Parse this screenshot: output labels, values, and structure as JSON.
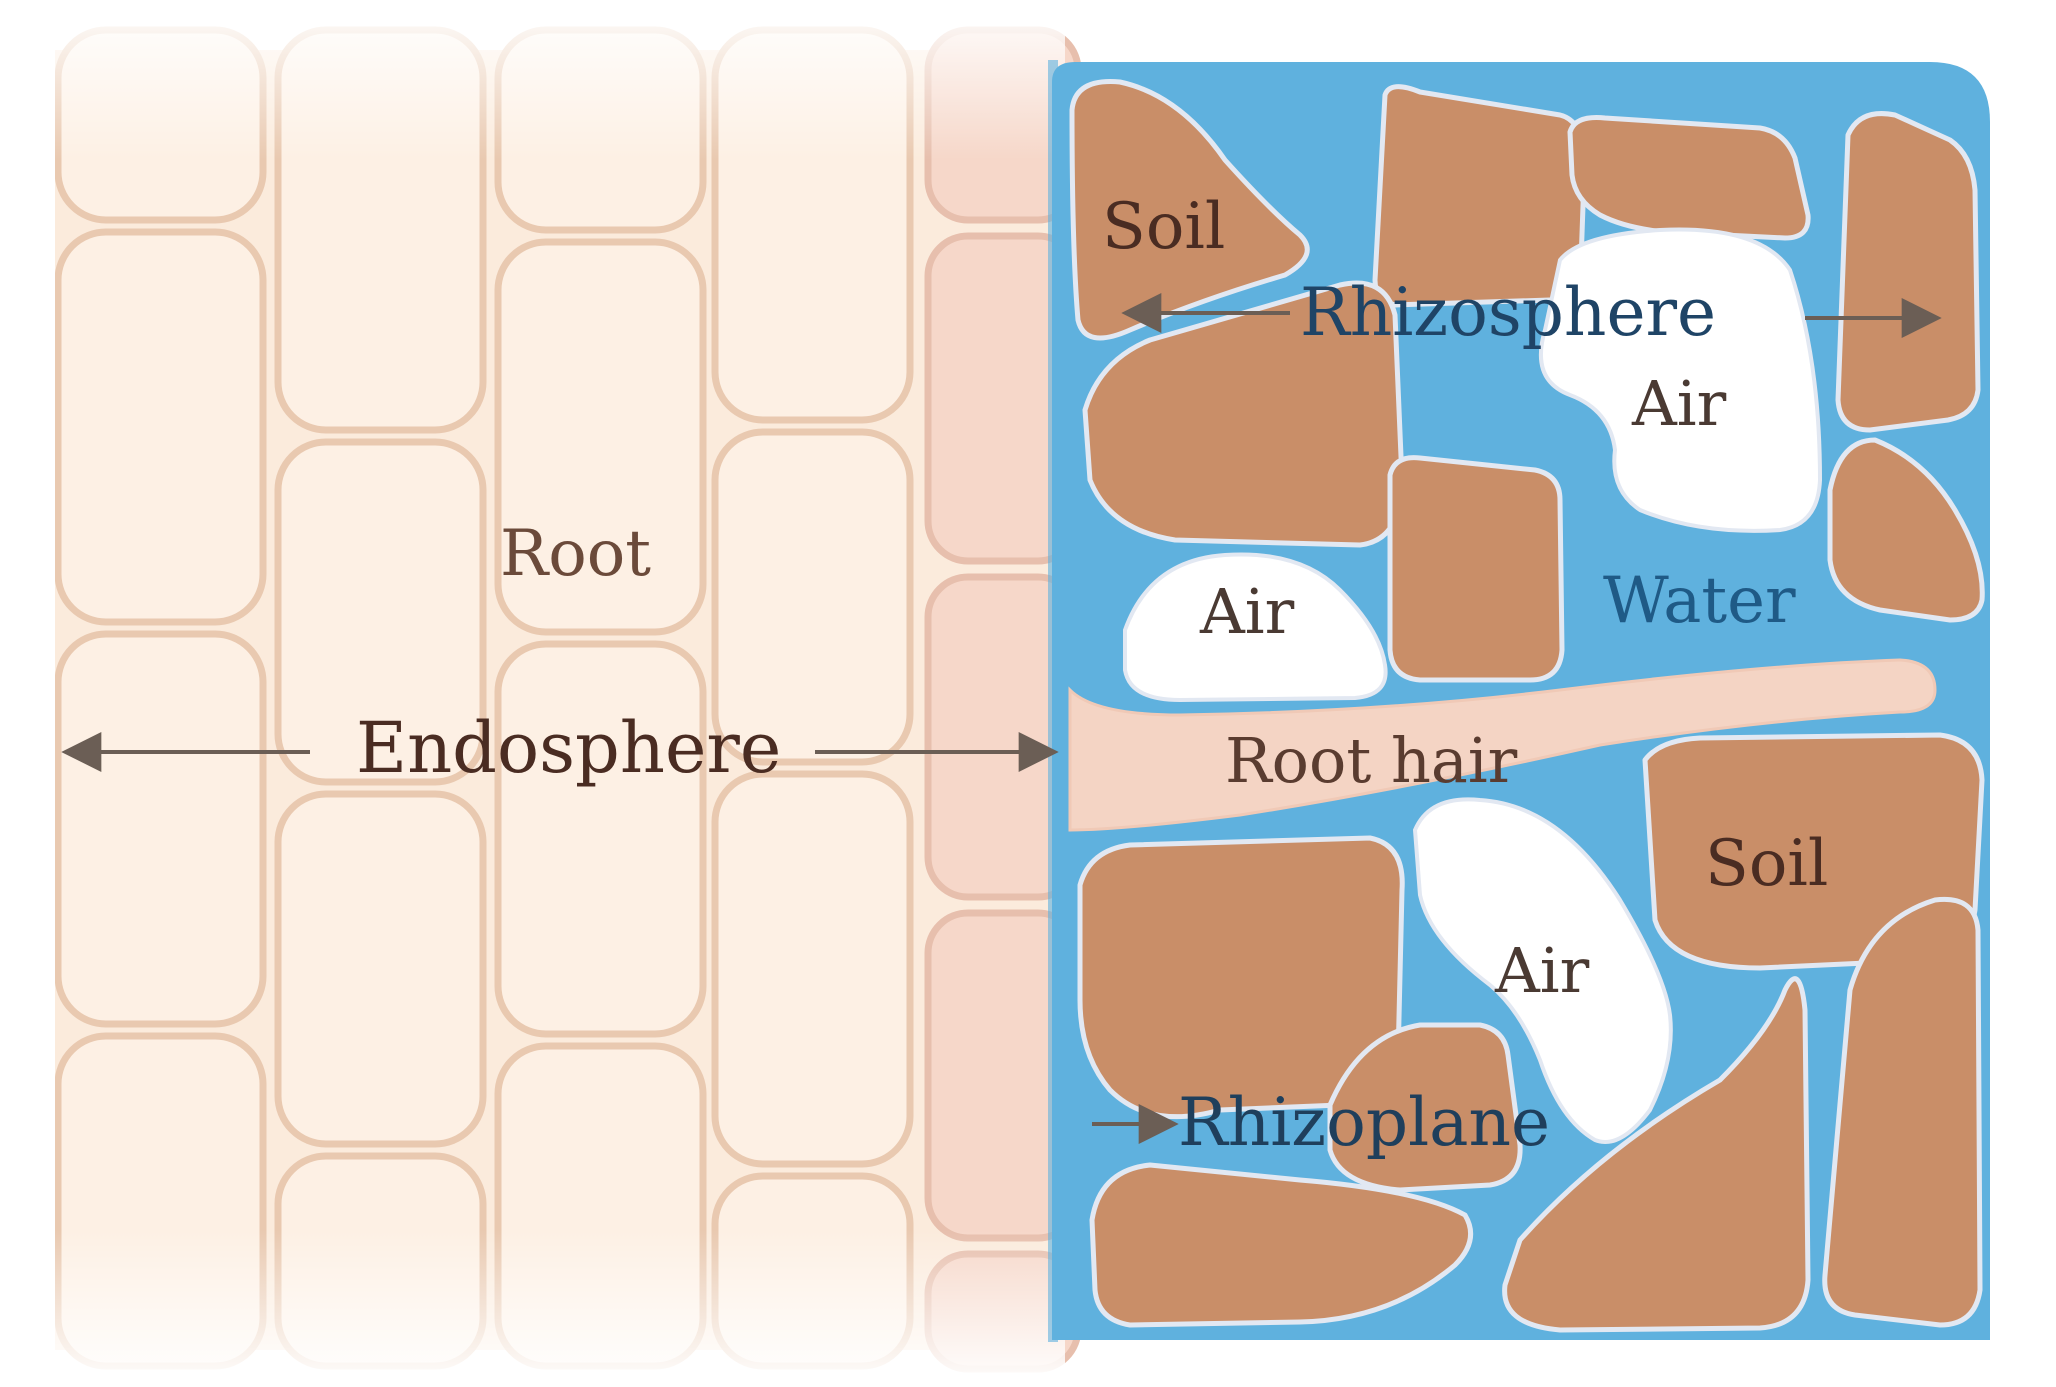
{
  "labels": {
    "soil_top": "Soil",
    "rhizosphere": "Rhizosphere",
    "air_top_right": "Air",
    "root": "Root",
    "air_middle": "Air",
    "water": "Water",
    "endosphere": "Endosphere",
    "root_hair": "Root hair",
    "soil_right": "Soil",
    "air_bottom": "Air",
    "rhizoplane": "Rhizoplane"
  },
  "colors": {
    "root_cell_fill": "#fbe9d8",
    "root_cell_border": "#e9c9b0",
    "epidermis_fill": "#f6d5c8",
    "soil_particle": "#c98e68",
    "particle_outline": "#dfe6f1",
    "water": "#5fb1de",
    "air": "#ffffff",
    "root_hair": "#f4d2c2",
    "text_dark": "#4a2c22",
    "text_blue": "#1f5a86",
    "arrow": "#6b5e55"
  },
  "icons": {
    "arrow_left": "arrow-left-icon",
    "arrow_right": "arrow-right-icon"
  }
}
